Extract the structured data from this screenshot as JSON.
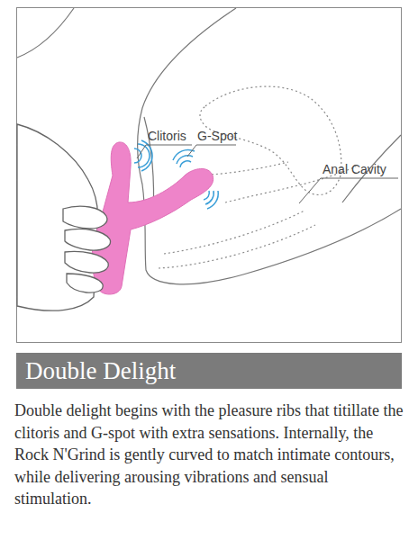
{
  "diagram": {
    "title": "Double Delight",
    "caption": "Double delight begins with the pleasure ribs that titillate the clitoris and G-spot with extra sensations. Internally, the Rock N'Grind is gently curved to match intimate contours, while delivering arousing vibrations and sensual stimulation.",
    "labels": [
      "Clitoris",
      "G-Spot",
      "Anal Cavity"
    ]
  }
}
